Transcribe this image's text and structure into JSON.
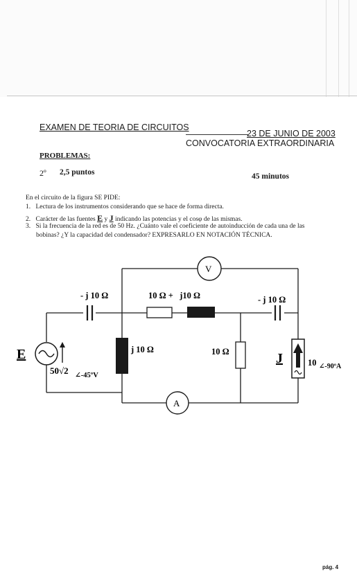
{
  "header": {
    "exam_title": "EXAMEN DE TEORIA DE CIRCUITOS",
    "date": "23 DE JUNIO DE 2003",
    "session": "CONVOCATORIA EXTRAORDINARIA"
  },
  "problem": {
    "section_label": "PROBLEMAS:",
    "number": "2º",
    "points": "2,5 puntos",
    "time": "45 minutos"
  },
  "statement": {
    "intro": "En el circuito de la figura SE PIDE:",
    "items": [
      {
        "num": "1.",
        "text": "Lectura de los instrumentos considerando que se hace de forma directa."
      },
      {
        "num": "2.",
        "text_a": "Carácter de las fuentes",
        "e_symbol": "E",
        "conj": "y",
        "j_symbol": "J",
        "text_b": "indicando las potencias y el cosφ de las mismas."
      },
      {
        "num": "3.",
        "line1": "Si la frecuencia de la red es de 50 Hz. ¿Cuánto vale el coeficiente de autoinducción de cada una de las",
        "line2": "bobinas? ¿Y la capacidad del condensador? EXPRESARLO EN NOTACIÓN TÉCNICA."
      }
    ]
  },
  "circuit": {
    "cap_left_label": "- j 10 Ω",
    "top_series_label": "10 Ω +   j10 Ω",
    "cap_right_label": "- j 10 Ω",
    "voltmeter": "V",
    "ammeter": "A",
    "inductor_mid_label": "j 10 Ω",
    "resistor_mid_label": "10 Ω",
    "source_e_symbol": "E",
    "source_e_value": "50√2",
    "source_e_angle": "∠-45ºV",
    "source_j_symbol": "J",
    "source_j_value": "10",
    "source_j_angle": "∠-90ºA"
  },
  "footer": {
    "page": "pág. 4"
  }
}
